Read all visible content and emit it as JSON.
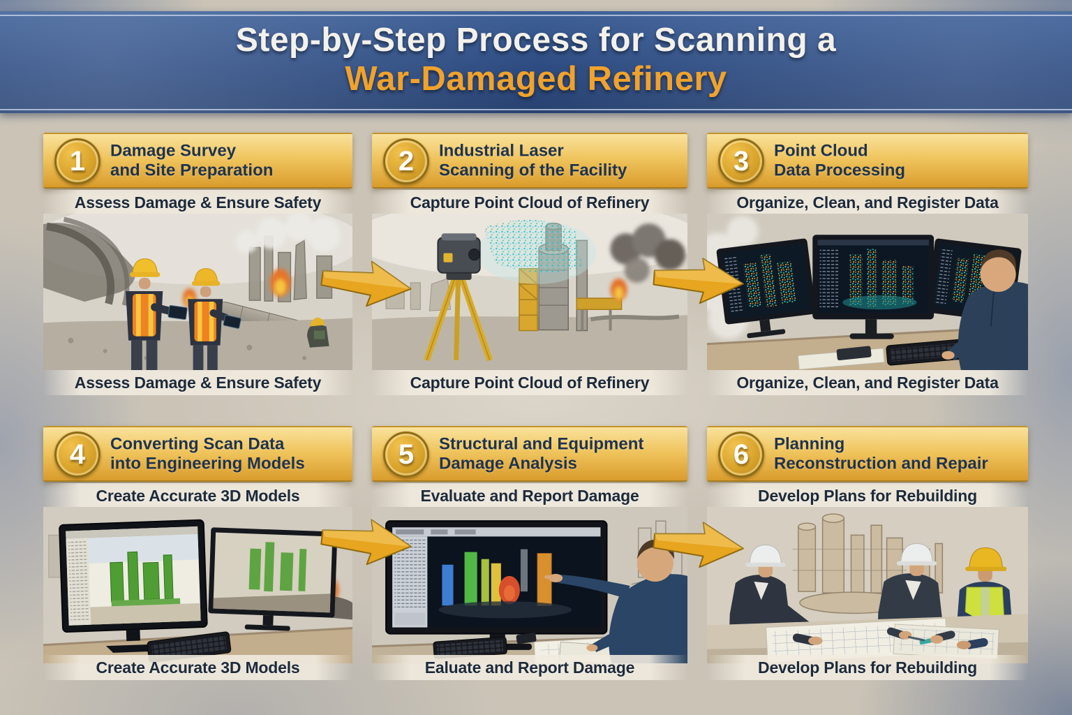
{
  "title": {
    "line1": "Step-by-Step Process for Scanning a",
    "line2": "War-Damaged Refinery"
  },
  "colors": {
    "banner_background": "#2d4b80",
    "title_line1": "#f3f1eb",
    "title_line2": "#f0a22c",
    "step_bar_gold": "#eec25e",
    "badge_gold": "#d9a42c",
    "heading_navy": "#20334c",
    "arrow_gold": "#e7a520",
    "safety_vest_orange": "#ee8325",
    "hard_hat_yellow": "#f0bf2c",
    "point_cloud_teal": "#2fbfc4"
  },
  "arrow_icon": "arrow-right-icon",
  "steps": [
    {
      "number": "1",
      "title_line1": "Damage Survey",
      "title_line2": "and Site Preparation",
      "subtitle": "Assess Damage & Ensure Safety",
      "caption": "Assess Damage & Ensure Safety",
      "illustration": "workers-surveying-war-damaged-refinery"
    },
    {
      "number": "2",
      "title_line1": "Industrial Laser",
      "title_line2": "Scanning of the Facility",
      "subtitle": "Capture Point Cloud of Refinery",
      "caption": "Capture Point Cloud of Refinery",
      "illustration": "tripod-laser-scanner-capturing-refinery-point-cloud"
    },
    {
      "number": "3",
      "title_line1": "Point Cloud",
      "title_line2": "Data Processing",
      "subtitle": "Organize, Clean, and Register Data",
      "caption": "Organize, Clean, and Register Data",
      "illustration": "analyst-at-three-monitors-with-point-cloud-data"
    },
    {
      "number": "4",
      "title_line1": "Converting Scan Data",
      "title_line2": "into Engineering Models",
      "subtitle": "Create Accurate 3D Models",
      "caption": "Create Accurate 3D Models",
      "illustration": "dual-monitors-with-cad-3d-refinery-model"
    },
    {
      "number": "5",
      "title_line1": "Structural and Equipment",
      "title_line2": "Damage Analysis",
      "subtitle": "Evaluate and Report Damage",
      "caption": "Ealuate and Report Damage",
      "illustration": "engineer-pointing-at-damage-heatmap-monitor"
    },
    {
      "number": "6",
      "title_line1": "Planning",
      "title_line2": "Reconstruction and Repair",
      "subtitle": "Develop Plans for Rebuilding",
      "caption": "Develop Plans for Rebuilding",
      "illustration": "team-reviewing-reconstruction-blueprints"
    }
  ]
}
